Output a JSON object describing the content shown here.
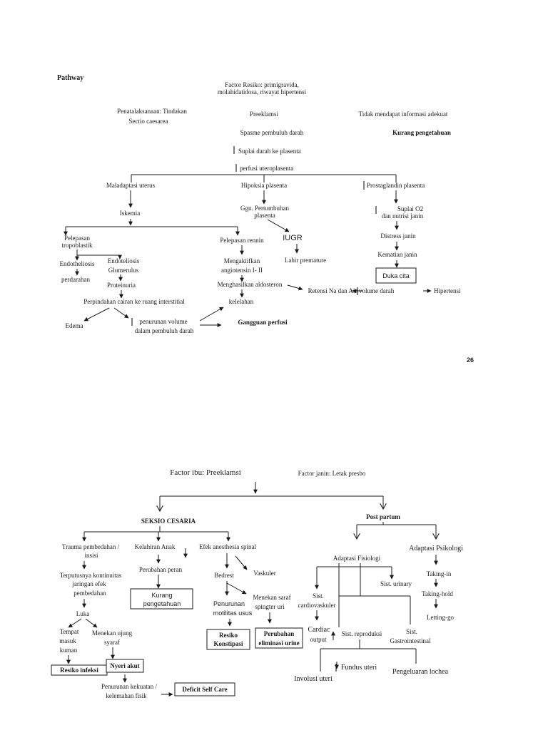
{
  "page_number": "26",
  "top": {
    "heading": "Pathway",
    "risk_factor": [
      "Factor Resiko: primigravida,",
      "molahidatidosa, riwayat hipertensi"
    ],
    "management": [
      "Penatalaksanaan: Tindakan",
      "Sectio caesarea"
    ],
    "preeklamsi": "Preeklamsi",
    "info": "Tidak mendapat informasi adekuat",
    "kurang_pengetahuan": "Kurang pengetahuan",
    "spasme": "Spasme pembuluh darah",
    "suplai_plasenta": "Suplai darah ke plasenta",
    "perfusi": "perfusi uteroplasenta",
    "maladaptasi": "Maladaptasi uterus",
    "hipoksia": "Hipoksia plasenta",
    "prostaglandin": "Prostaglandin plasenta",
    "iskemia": "Iskemia",
    "ggn_pertumbuhan": [
      "Ggn. Pertumbuhan",
      "plasenta"
    ],
    "suplai_o2": [
      "Suplai O2",
      "dan nutrisi janin"
    ],
    "pelepasan_trofoblastik": [
      "Pelepasan",
      "tropoblastik"
    ],
    "pelepasan_rennin": "Pelepasan rennin",
    "iugr": "IUGR",
    "distress": "Distress janin",
    "endotheliosis": "Endotheliosis",
    "endoteliosis_glom": [
      "Endoteliosis",
      "Glumerulus"
    ],
    "mengaktifkan": [
      "Mengaktifkan",
      "angiotensin I- II"
    ],
    "lahir_prematur": "Lahir premature",
    "kematian": "Kematian janin",
    "perdarahan": "perdarahan",
    "proteinuria": "Proteinuria",
    "duka_cita": "Duka cita",
    "aldosteron": "Menghasilkan aldosteron",
    "retensi": "Retensi Na dan Air",
    "volume_darah": "volume darah",
    "hipertensi": "Hipertensi",
    "perpindahan": "Perpindahan cairan ke ruang interstitial",
    "kelelahan": "kelelahan",
    "edema": "Edema",
    "penurunan_volume": [
      "penurunan volume",
      "dalam pembuluh darah"
    ],
    "gangguan_perfusi": "Gangguan perfusi"
  },
  "bottom": {
    "factor_ibu": "Factor ibu: Preeklamsi",
    "factor_janin": "Factor janin: Letak presbo",
    "seksio": "SEKSIO CESARIA",
    "post_partum": "Post partum",
    "trauma": [
      "Trauma pembedahan /",
      "insisi"
    ],
    "kelahiran_anak": "Kelahiran Anak",
    "efek_anestesi": "Efek anesthesia spinal",
    "adaptasi_fisiologi": "Adaptasi Fisiologi",
    "adaptasi_psikologi": "Adaptasi Psikologi",
    "terputusnya": [
      "Terputusnya kontinuitas",
      "jaringan efek",
      "pembedahan"
    ],
    "perubahan_peran": "Perubahan peran",
    "bedrest": "Bedrest",
    "vaskuler": "Vaskuler",
    "taking_in": "Taking-in",
    "sist_urinary": "Sist. urinary",
    "kurang_pengetahuan": [
      "Kurang",
      "pengetahuan"
    ],
    "penurunan_motilitas": [
      "Penurunan",
      "motilitas usus"
    ],
    "menekan_saraf": [
      "Menekan saraf",
      "spingter uri"
    ],
    "sist_cardio": [
      "Sist.",
      "cardiovaskuler"
    ],
    "taking_hold": "Taking-hold",
    "luka": "Luka",
    "letting_go": "Letting-go",
    "cardiac_output": [
      "Cardiac",
      "output"
    ],
    "sist_reproduksi": "Sist. reproduksi",
    "sist_gastro": [
      "Sist.",
      "Gastrointestinal"
    ],
    "tempat_masuk": [
      "Tempat",
      "masuk",
      "kuman"
    ],
    "menekan_ujung": [
      "Menekan ujung",
      "syaraf"
    ],
    "resiko_konstipasi": [
      "Resiko",
      "Konstipasi"
    ],
    "perubahan_eliminasi": [
      "Perubahan",
      "eliminasi urine"
    ],
    "fundus": "Fundus uteri",
    "resiko_infeksi": "Resiko infeksi",
    "nyeri_akut": "Nyeri akut",
    "pengeluaran_lochea": "Pengeluaran lochea",
    "involusi": "Involusi uteri",
    "penurunan_kekuatan": [
      "Penurunan kekuatan /",
      "kelemahan fisik"
    ],
    "deficit": "Deficit Self Care"
  }
}
